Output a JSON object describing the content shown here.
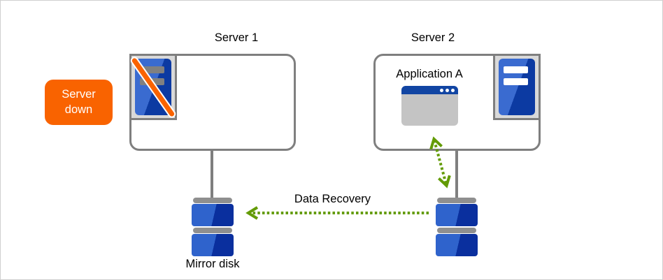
{
  "diagram": {
    "server1_label": "Server 1",
    "server2_label": "Server 2",
    "server_down_badge": "Server down",
    "application_label": "Application A",
    "data_recovery_label": "Data Recovery",
    "mirror_disk_label": "Mirror disk",
    "icons": {
      "server1": "server-icon-crossed-out",
      "server2": "server-icon-active",
      "application": "application-window-icon",
      "disk_left": "mirror-disk-icon",
      "disk_right": "mirror-disk-icon"
    },
    "connections": [
      {
        "from": "server2-disk",
        "to": "mirror-disk",
        "label": "Data Recovery",
        "style": "dotted-green-arrow",
        "direction": "left"
      },
      {
        "from": "application-a",
        "to": "server2-disk",
        "label": "",
        "style": "dotted-green-arrow",
        "direction": "both"
      },
      {
        "from": "server1-box",
        "to": "mirror-disk",
        "style": "solid-gray-line"
      },
      {
        "from": "server2-box",
        "to": "server2-disk",
        "style": "solid-gray-line"
      }
    ],
    "colors": {
      "badge_orange": "#f96300",
      "slash_orange": "#fa6300",
      "arrow_green": "#639b05",
      "box_border_gray": "#7f7f7f",
      "icon_bg_gray": "#d9d9d9",
      "server_blue_light": "#3a6bd0",
      "server_blue_dark": "#0c3aa2",
      "disk_blue_light": "#2f63cc",
      "disk_blue_dark": "#0a2f9e",
      "disk_cap_gray": "#8f8f8f",
      "app_titlebar_blue": "#1145a3",
      "app_body_gray": "#c4c4c4"
    }
  }
}
